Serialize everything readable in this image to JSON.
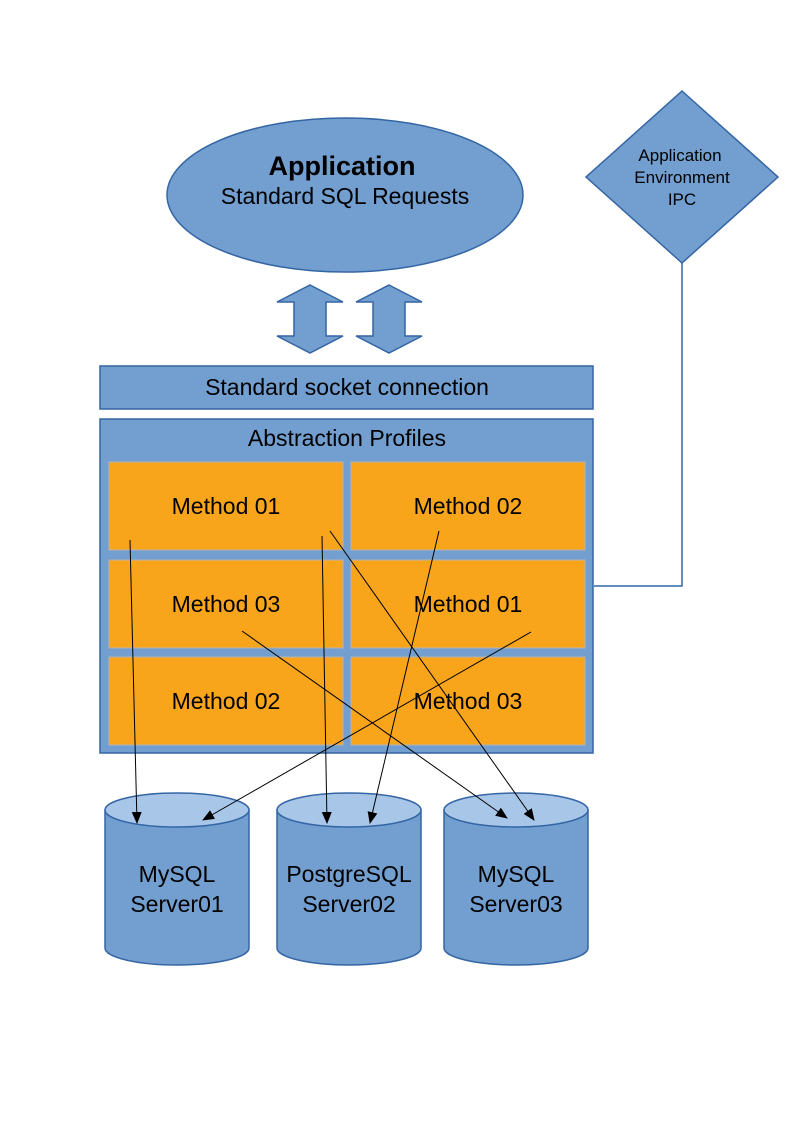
{
  "colors": {
    "shape_fill": "#729fcf",
    "shape_stroke": "#3465a4",
    "method_fill": "#f8a51c",
    "method_stroke": "#b3b3b3",
    "cylinder_top": "#a8c6e8",
    "arrow": "#000000"
  },
  "application": {
    "title": "Application",
    "subtitle": "Standard SQL Requests"
  },
  "ipc": {
    "line1": "Application",
    "line2": "Environment",
    "line3": "IPC"
  },
  "socket": {
    "label": "Standard socket connection"
  },
  "profiles": {
    "label": "Abstraction Profiles",
    "methods": [
      "Method 01",
      "Method 02",
      "Method 03",
      "Method 01",
      "Method 02",
      "Method 03"
    ]
  },
  "servers": [
    {
      "line1": "MySQL",
      "line2": "Server01"
    },
    {
      "line1": "PostgreSQL",
      "line2": "Server02"
    },
    {
      "line1": "MySQL",
      "line2": "Server03"
    }
  ]
}
